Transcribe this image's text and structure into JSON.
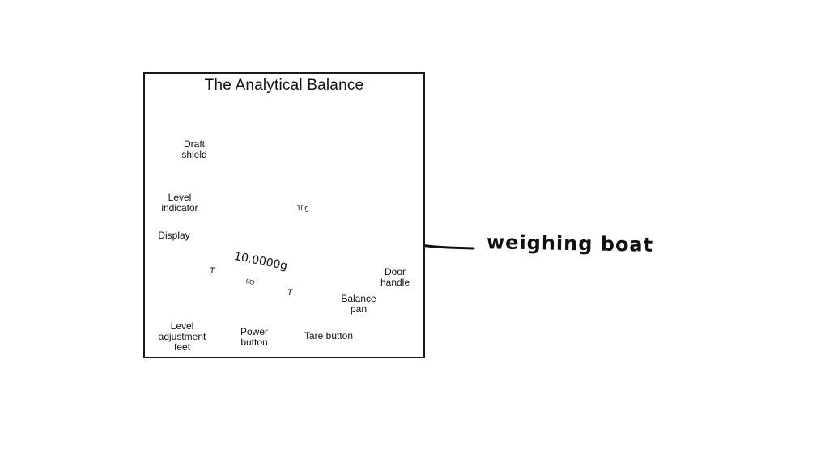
{
  "title": "The Analytical Balance",
  "labels": {
    "draft_shield": [
      "Draft",
      "shield"
    ],
    "level_indicator": [
      "Level",
      "indicator"
    ],
    "display": "Display",
    "door_handle": [
      "Door",
      "handle"
    ],
    "balance_pan": [
      "Balance",
      "pan"
    ],
    "tare_button": "Tare button",
    "power_button": [
      "Power",
      "button"
    ],
    "level_feet": [
      "Level",
      "adjustment",
      "feet"
    ]
  },
  "device": {
    "display_value": "10.0000g",
    "weight_label": "10g",
    "power_symbol": "I/O",
    "tare_symbol": "T"
  },
  "annotation": "weighing boat",
  "colors": {
    "body": "#fbe2c8",
    "glass": "#bfeff4",
    "display_bg": "#c7d3e6",
    "button_red": "#ef8f88",
    "ink": "#111111"
  }
}
